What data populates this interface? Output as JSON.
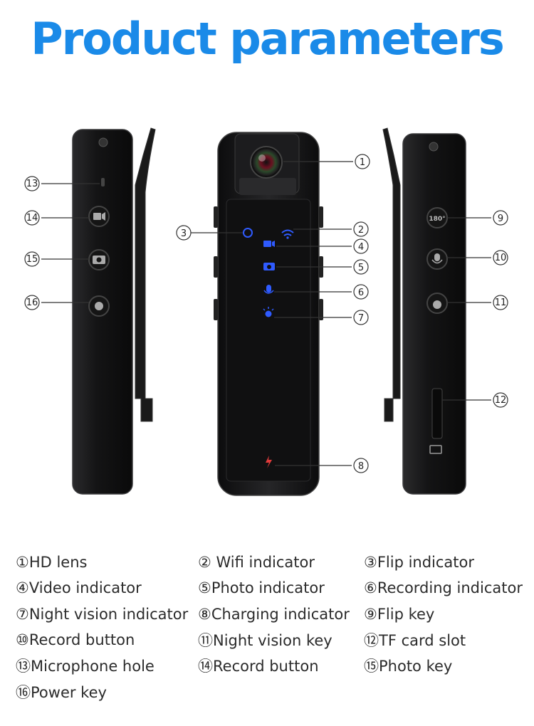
{
  "title": "Product parameters",
  "legend": [
    {
      "num": "①",
      "label": "HD lens"
    },
    {
      "num": "②",
      "label": " Wifi indicator"
    },
    {
      "num": "③",
      "label": "Flip indicator"
    },
    {
      "num": "④",
      "label": "Video indicator"
    },
    {
      "num": "⑤",
      "label": "Photo indicator"
    },
    {
      "num": "⑥",
      "label": "Recording indicator"
    },
    {
      "num": "⑦",
      "label": "Night vision indicator"
    },
    {
      "num": "⑧",
      "label": "Charging indicator"
    },
    {
      "num": "⑨",
      "label": "Flip key"
    },
    {
      "num": "⑩",
      "label": "Record button"
    },
    {
      "num": "⑪",
      "label": "Night vision key"
    },
    {
      "num": "⑫",
      "label": "TF card slot"
    },
    {
      "num": "⑬",
      "label": "Microphone hole"
    },
    {
      "num": "⑭",
      "label": "Record button"
    },
    {
      "num": "⑮",
      "label": "Photo key"
    },
    {
      "num": "⑯",
      "label": "Power key"
    }
  ],
  "callouts": {
    "c1": "1",
    "c2": "2",
    "c3": "3",
    "c4": "4",
    "c5": "5",
    "c6": "6",
    "c7": "7",
    "c8": "8",
    "c9": "9",
    "c10": "10",
    "c11": "11",
    "c12": "12",
    "c13": "13",
    "c14": "14",
    "c15": "15",
    "c16": "16"
  },
  "flip_key_text": "180°",
  "colors": {
    "title": "#1a8ae8",
    "body": "#1c1c1e",
    "indicator_blue": "#2f5bff",
    "charging_red": "#e23b3b"
  }
}
